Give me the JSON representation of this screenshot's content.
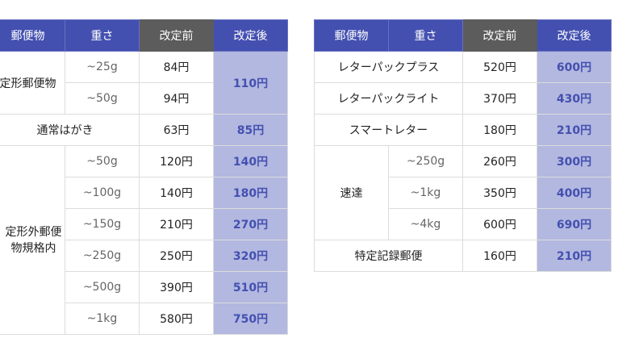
{
  "headers": {
    "item": "郵便物",
    "weight": "重さ",
    "before": "改定前",
    "after": "改定後"
  },
  "left": {
    "teikei": {
      "label": "定形郵便物",
      "rows": [
        {
          "weight": "~25g",
          "before": "84円"
        },
        {
          "weight": "~50g",
          "before": "94円"
        }
      ],
      "after": "110円"
    },
    "hagaki": {
      "label": "通常はがき",
      "before": "63円",
      "after": "85円"
    },
    "teikeigai": {
      "label": "定形外郵便物規格内",
      "rows": [
        {
          "weight": "~50g",
          "before": "120円",
          "after": "140円"
        },
        {
          "weight": "~100g",
          "before": "140円",
          "after": "180円"
        },
        {
          "weight": "~150g",
          "before": "210円",
          "after": "270円"
        },
        {
          "weight": "~250g",
          "before": "250円",
          "after": "320円"
        },
        {
          "weight": "~500g",
          "before": "390円",
          "after": "510円"
        },
        {
          "weight": "~1kg",
          "before": "580円",
          "after": "750円"
        }
      ]
    }
  },
  "right": {
    "simple": [
      {
        "label": "レターパックプラス",
        "before": "520円",
        "after": "600円"
      },
      {
        "label": "レターパックライト",
        "before": "370円",
        "after": "430円"
      },
      {
        "label": "スマートレター",
        "before": "180円",
        "after": "210円"
      }
    ],
    "sokutatsu": {
      "label": "速達",
      "rows": [
        {
          "weight": "~250g",
          "before": "260円",
          "after": "300円"
        },
        {
          "weight": "~1kg",
          "before": "350円",
          "after": "400円"
        },
        {
          "weight": "~4kg",
          "before": "600円",
          "after": "690円"
        }
      ]
    },
    "tokutei": {
      "label": "特定記録郵便",
      "before": "160円",
      "after": "210円"
    }
  }
}
